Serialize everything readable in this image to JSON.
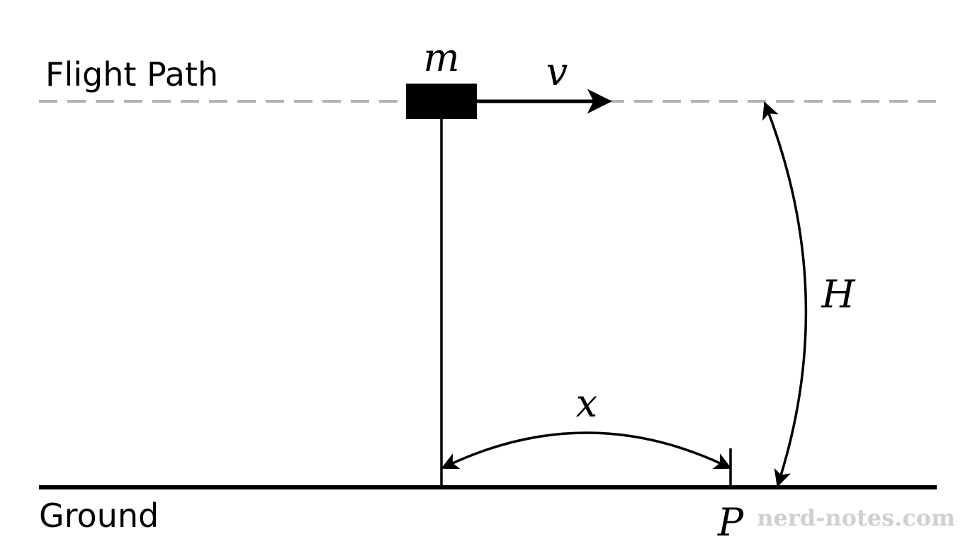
{
  "labels": {
    "flight_path": "Flight Path",
    "ground": "Ground",
    "mass": "m",
    "velocity": "v",
    "height": "H",
    "distance": "x",
    "point": "P"
  },
  "watermark": "nerd-notes.com",
  "colors": {
    "ink": "#000000",
    "flight_path_line": "#b3b3b3",
    "watermark": "#d0d0d0"
  }
}
